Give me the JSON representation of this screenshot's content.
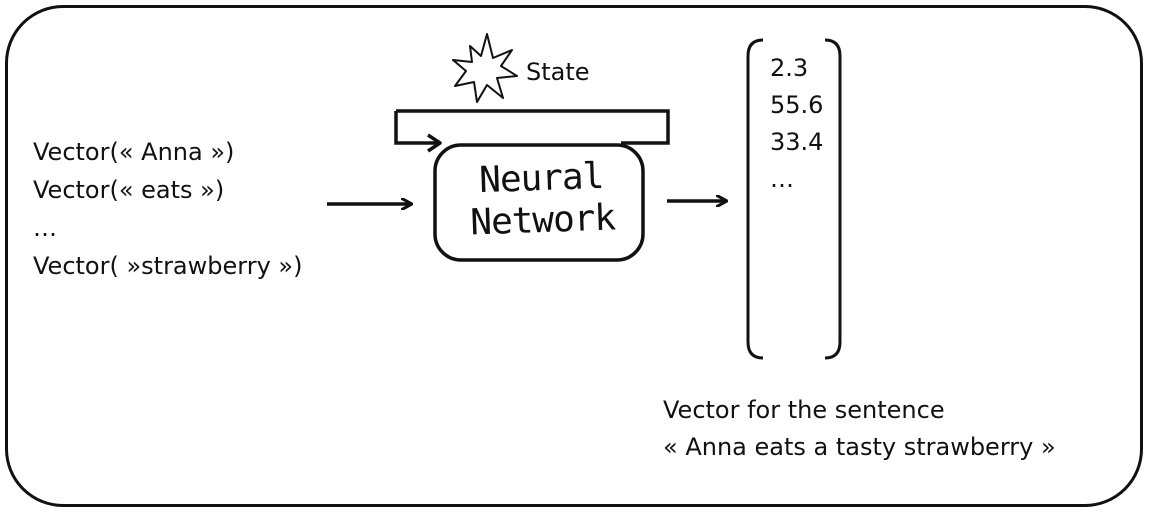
{
  "inputs": [
    "Vector(« Anna »)",
    "Vector(« eats »)",
    "…",
    "Vector( »strawberry »)"
  ],
  "state_label": "State",
  "neural_network": {
    "line1": "Neural",
    "line2": "Network"
  },
  "output_vector": {
    "values": [
      "2.3",
      "55.6",
      "33.4",
      "…"
    ]
  },
  "caption": {
    "line1": "Vector for the sentence",
    "line2": "« Anna eats a tasty strawberry »"
  },
  "icons": [
    "star-burst-icon",
    "arrow-right-icon",
    "feedback-arrow-icon"
  ]
}
